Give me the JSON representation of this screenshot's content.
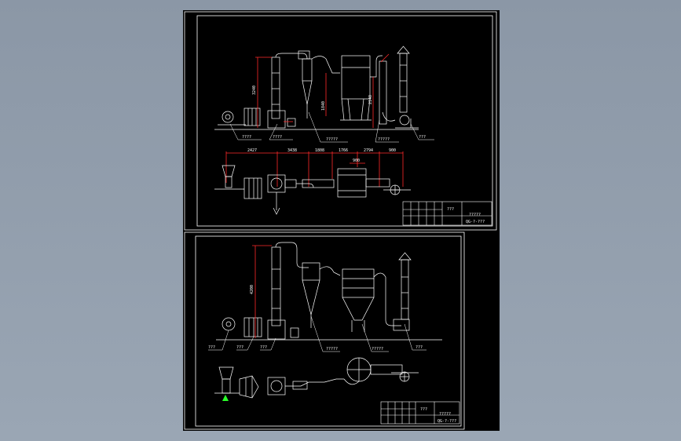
{
  "colors": {
    "background": "#9aa6b4",
    "sheet": "#000000",
    "line": "#ffffff",
    "dimension": "#ff2a2a",
    "accent": "#2aff2a"
  },
  "sheet_top": {
    "vertical_dims": [
      "3240",
      "1840",
      "2140"
    ],
    "horizontal_dims": [
      "2427",
      "3438",
      "1808",
      "1766",
      "2794",
      "900",
      "900"
    ],
    "callouts": [
      "????",
      "????",
      "?????",
      "?????",
      "???"
    ],
    "title_block": {
      "cell_a": "???",
      "cell_b": "?????",
      "drawing_no": "QG-?-???"
    }
  },
  "sheet_bottom": {
    "vertical_dims": [
      "4200"
    ],
    "callouts": [
      "???",
      "???",
      "???",
      "?????",
      "?????",
      "???"
    ],
    "title_block": {
      "cell_a": "???",
      "cell_b": "?????",
      "drawing_no": "QG-?-???"
    }
  }
}
